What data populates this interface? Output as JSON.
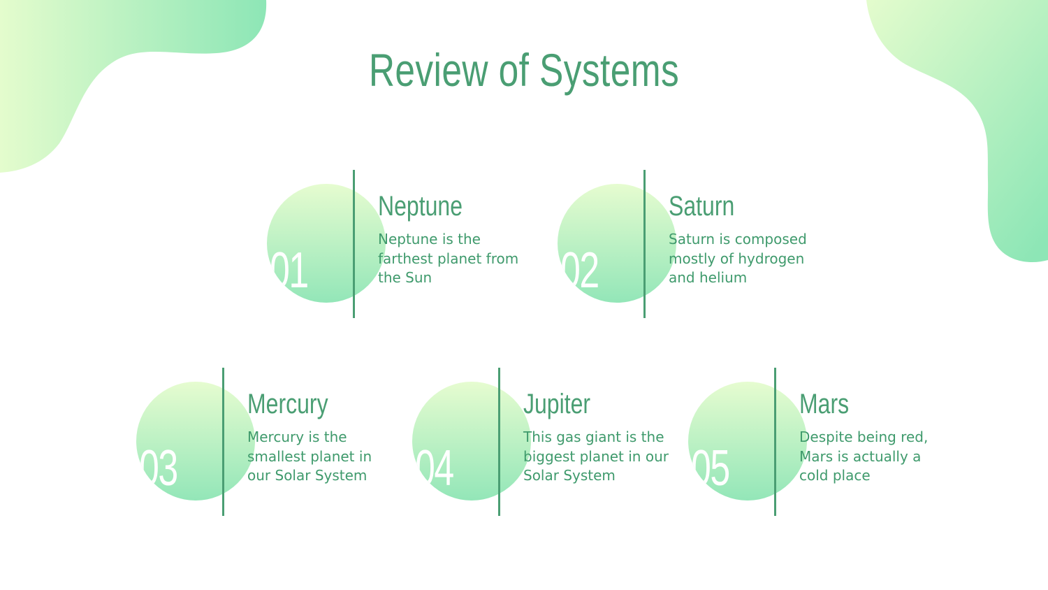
{
  "slide": {
    "title": "Review of Systems",
    "colors": {
      "accent": "#4a9e73",
      "text": "#3f9a6c",
      "circle_top": "#e6fcd0",
      "circle_bottom": "#93e6b8",
      "blob_light": "#e4fccd",
      "blob_dark": "#8de6b6"
    },
    "items": [
      {
        "number": "01",
        "heading": "Neptune",
        "description": "Neptune is the farthest planet from the Sun"
      },
      {
        "number": "02",
        "heading": "Saturn",
        "description": "Saturn is composed mostly of hydrogen and helium"
      },
      {
        "number": "03",
        "heading": "Mercury",
        "description": "Mercury is the smallest planet in our Solar System"
      },
      {
        "number": "04",
        "heading": "Jupiter",
        "description": "This gas giant is the biggest planet in our Solar System"
      },
      {
        "number": "05",
        "heading": "Mars",
        "description": "Despite being red, Mars is actually a cold place"
      }
    ]
  }
}
